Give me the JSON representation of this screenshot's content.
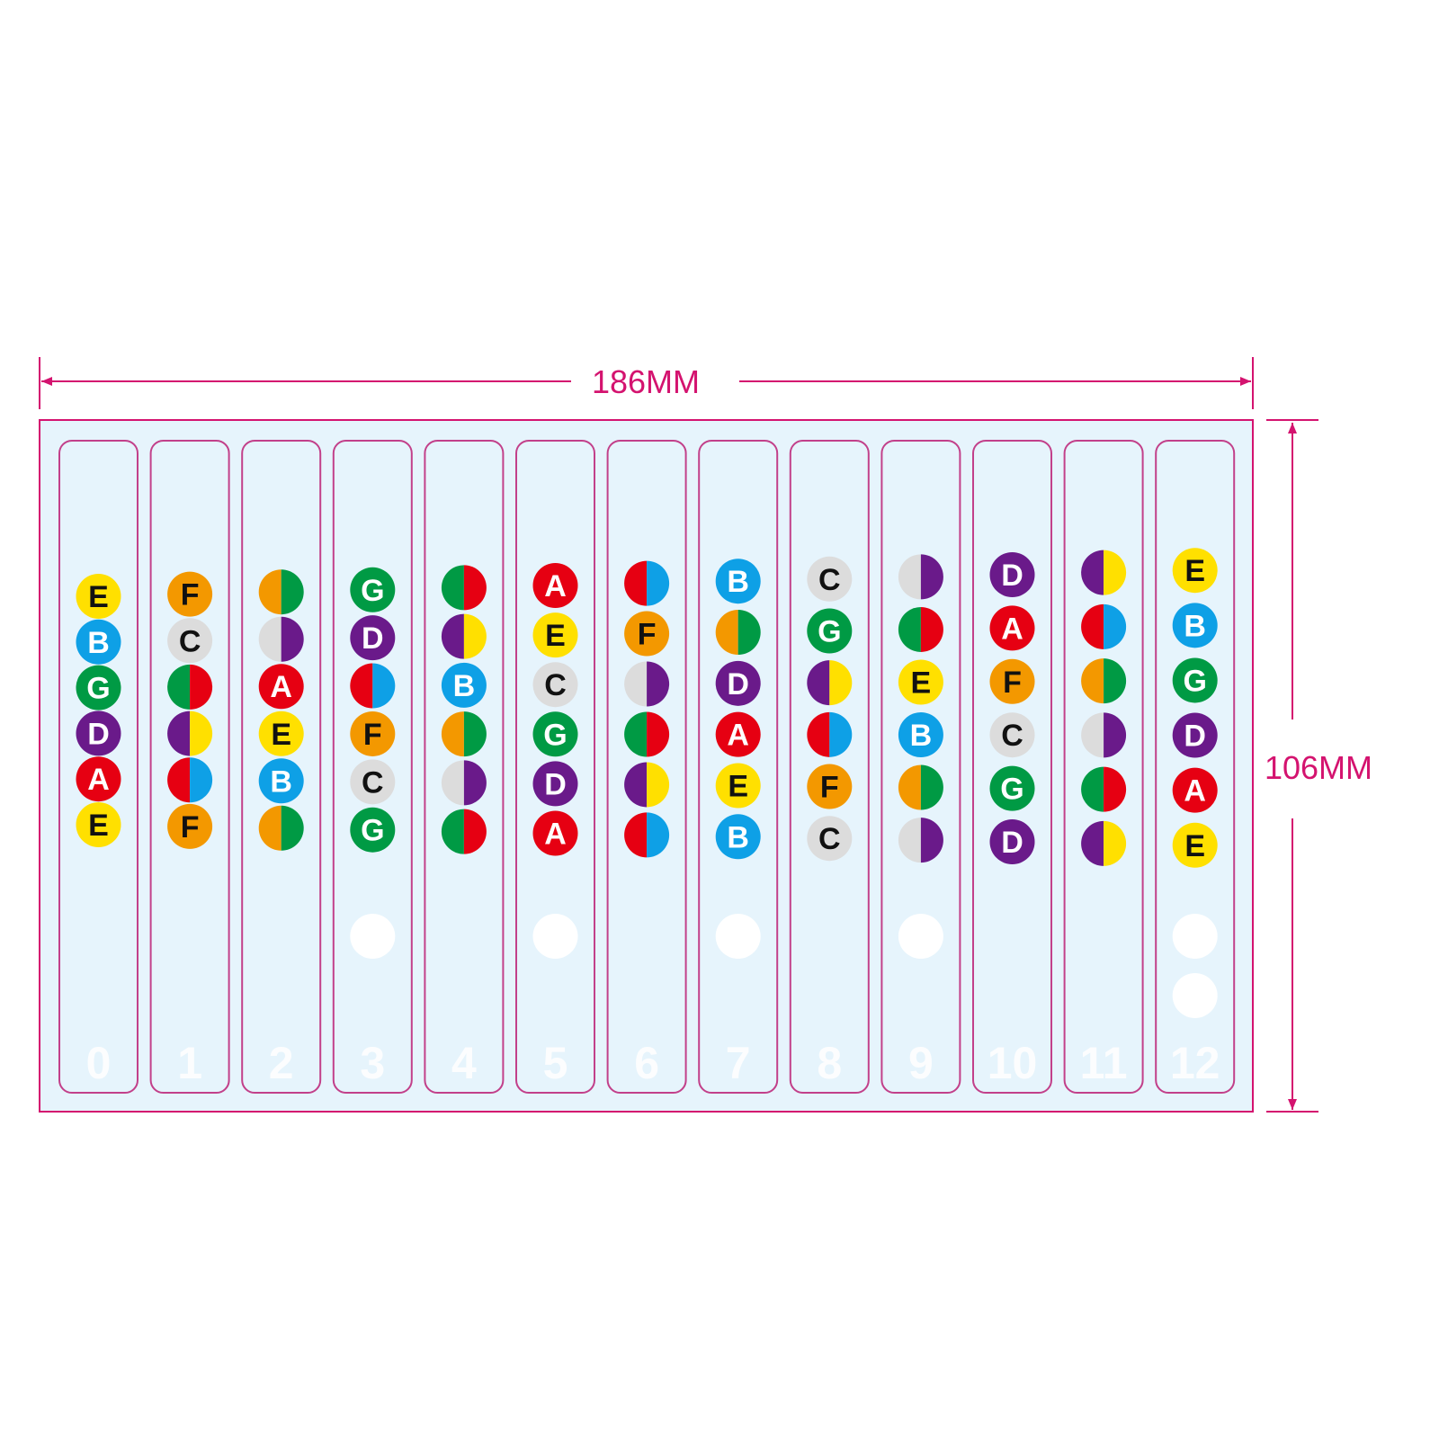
{
  "dimensions": {
    "width_label": "186MM",
    "height_label": "106MM",
    "line_color": "#d4136f"
  },
  "colors": {
    "Y": "#ffe000",
    "B": "#0ea0e6",
    "G": "#009a44",
    "P": "#6a1a8a",
    "R": "#e60012",
    "O": "#f39800",
    "W": "#dcdcdc",
    "board": "#e6f4fc",
    "border": "#c2408a"
  },
  "frets": [
    {
      "number": "0",
      "notes": [
        [
          "Y",
          "Y",
          "E"
        ],
        [
          "B",
          "B",
          "B"
        ],
        [
          "G",
          "G",
          "G"
        ],
        [
          "P",
          "P",
          "D"
        ],
        [
          "R",
          "R",
          "A"
        ],
        [
          "Y",
          "Y",
          "E"
        ]
      ],
      "inlays": 0
    },
    {
      "number": "1",
      "notes": [
        [
          "O",
          "O",
          "F"
        ],
        [
          "W",
          "W",
          "C"
        ],
        [
          "G",
          "R",
          ""
        ],
        [
          "P",
          "Y",
          ""
        ],
        [
          "R",
          "B",
          ""
        ],
        [
          "O",
          "O",
          "F"
        ]
      ],
      "inlays": 0
    },
    {
      "number": "2",
      "notes": [
        [
          "O",
          "G",
          ""
        ],
        [
          "W",
          "P",
          ""
        ],
        [
          "R",
          "R",
          "A"
        ],
        [
          "Y",
          "Y",
          "E"
        ],
        [
          "B",
          "B",
          "B"
        ],
        [
          "O",
          "G",
          ""
        ]
      ],
      "inlays": 0
    },
    {
      "number": "3",
      "notes": [
        [
          "G",
          "G",
          "G"
        ],
        [
          "P",
          "P",
          "D"
        ],
        [
          "R",
          "B",
          ""
        ],
        [
          "O",
          "O",
          "F"
        ],
        [
          "W",
          "W",
          "C"
        ],
        [
          "G",
          "G",
          "G"
        ]
      ],
      "inlays": 1
    },
    {
      "number": "4",
      "notes": [
        [
          "G",
          "R",
          ""
        ],
        [
          "P",
          "Y",
          ""
        ],
        [
          "B",
          "B",
          "B"
        ],
        [
          "O",
          "G",
          ""
        ],
        [
          "W",
          "P",
          ""
        ],
        [
          "G",
          "R",
          ""
        ]
      ],
      "inlays": 0
    },
    {
      "number": "5",
      "notes": [
        [
          "R",
          "R",
          "A"
        ],
        [
          "Y",
          "Y",
          "E"
        ],
        [
          "W",
          "W",
          "C"
        ],
        [
          "G",
          "G",
          "G"
        ],
        [
          "P",
          "P",
          "D"
        ],
        [
          "R",
          "R",
          "A"
        ]
      ],
      "inlays": 1
    },
    {
      "number": "6",
      "notes": [
        [
          "R",
          "B",
          ""
        ],
        [
          "O",
          "O",
          "F"
        ],
        [
          "W",
          "P",
          ""
        ],
        [
          "G",
          "R",
          ""
        ],
        [
          "P",
          "Y",
          ""
        ],
        [
          "R",
          "B",
          ""
        ]
      ],
      "inlays": 0
    },
    {
      "number": "7",
      "notes": [
        [
          "B",
          "B",
          "B"
        ],
        [
          "O",
          "G",
          ""
        ],
        [
          "P",
          "P",
          "D"
        ],
        [
          "R",
          "R",
          "A"
        ],
        [
          "Y",
          "Y",
          "E"
        ],
        [
          "B",
          "B",
          "B"
        ]
      ],
      "inlays": 1
    },
    {
      "number": "8",
      "notes": [
        [
          "W",
          "W",
          "C"
        ],
        [
          "G",
          "G",
          "G"
        ],
        [
          "P",
          "Y",
          ""
        ],
        [
          "R",
          "B",
          ""
        ],
        [
          "O",
          "O",
          "F"
        ],
        [
          "W",
          "W",
          "C"
        ]
      ],
      "inlays": 0
    },
    {
      "number": "9",
      "notes": [
        [
          "W",
          "P",
          ""
        ],
        [
          "G",
          "R",
          ""
        ],
        [
          "Y",
          "Y",
          "E"
        ],
        [
          "B",
          "B",
          "B"
        ],
        [
          "O",
          "G",
          ""
        ],
        [
          "W",
          "P",
          ""
        ]
      ],
      "inlays": 1
    },
    {
      "number": "10",
      "notes": [
        [
          "P",
          "P",
          "D"
        ],
        [
          "R",
          "R",
          "A"
        ],
        [
          "O",
          "O",
          "F"
        ],
        [
          "W",
          "W",
          "C"
        ],
        [
          "G",
          "G",
          "G"
        ],
        [
          "P",
          "P",
          "D"
        ]
      ],
      "inlays": 0
    },
    {
      "number": "11",
      "notes": [
        [
          "P",
          "Y",
          ""
        ],
        [
          "R",
          "B",
          ""
        ],
        [
          "O",
          "G",
          ""
        ],
        [
          "W",
          "P",
          ""
        ],
        [
          "G",
          "R",
          ""
        ],
        [
          "P",
          "Y",
          ""
        ]
      ],
      "inlays": 0
    },
    {
      "number": "12",
      "notes": [
        [
          "Y",
          "Y",
          "E"
        ],
        [
          "B",
          "B",
          "B"
        ],
        [
          "G",
          "G",
          "G"
        ],
        [
          "P",
          "P",
          "D"
        ],
        [
          "R",
          "R",
          "A"
        ],
        [
          "Y",
          "Y",
          "E"
        ]
      ],
      "inlays": 2
    }
  ]
}
